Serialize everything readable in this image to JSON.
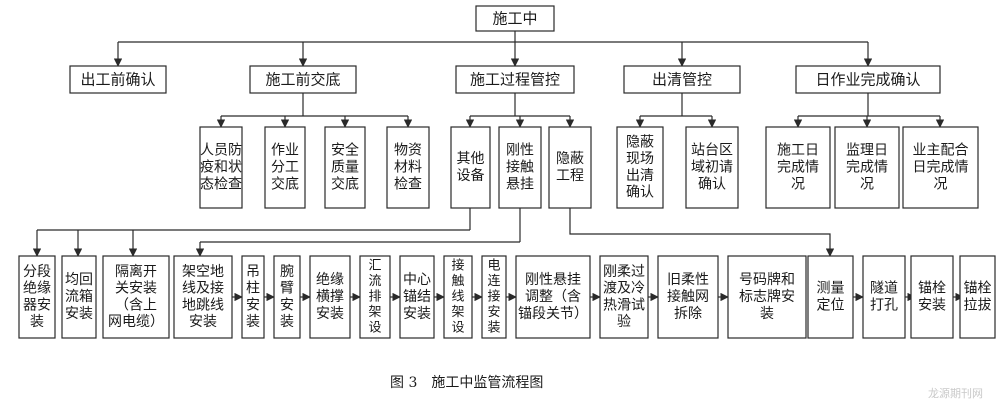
{
  "diagram": {
    "root": "施工中",
    "level1": [
      "出工前确认",
      "施工前交底",
      "施工过程管控",
      "出清管控",
      "日作业完成确认"
    ],
    "pre_briefing_items": [
      [
        "人员防",
        "疫和状",
        "态检查"
      ],
      [
        "作业",
        "分工",
        "交底"
      ],
      [
        "安全",
        "质量",
        "交底"
      ],
      [
        "物资",
        "材料",
        "检查"
      ]
    ],
    "process_groups": [
      [
        "其他",
        "设备"
      ],
      [
        "刚性",
        "接触",
        "悬挂"
      ],
      [
        "隐蔽",
        "工程"
      ]
    ],
    "clearance_items": [
      [
        "隐蔽",
        "现场",
        "出清",
        "确认"
      ],
      [
        "站台区",
        "域初请",
        "确认"
      ]
    ],
    "daily_items": [
      [
        "施工日",
        "完成情",
        "况"
      ],
      [
        "监理日",
        "完成情",
        "况"
      ],
      [
        "业主配合",
        "日完成情",
        "况"
      ]
    ],
    "bottom_items": [
      [
        "分段",
        "绝缘",
        "器安",
        "装"
      ],
      [
        "均回",
        "流箱",
        "安装"
      ],
      [
        "隔离开",
        "关安装",
        "（含上",
        "网电缆）"
      ],
      [
        "架空地",
        "线及接",
        "地跳线",
        "安装"
      ],
      [
        "吊",
        "柱",
        "安",
        "装"
      ],
      [
        "腕",
        "臂",
        "安",
        "装"
      ],
      [
        "绝缘",
        "横撑",
        "安装"
      ],
      [
        "汇",
        "流",
        "排",
        "架",
        "设"
      ],
      [
        "中心",
        "锚结",
        "安装"
      ],
      [
        "接",
        "触",
        "线",
        "架",
        "设"
      ],
      [
        "电",
        "连",
        "接",
        "安",
        "装"
      ],
      [
        "刚性悬挂",
        "调整（含",
        "锚段关节）"
      ],
      [
        "刚柔过",
        "渡及冷",
        "热滑试",
        "验"
      ],
      [
        "旧柔性",
        "接触网",
        "拆除"
      ],
      [
        "号码牌和",
        "标志牌安",
        "装"
      ],
      [
        "测量",
        "定位"
      ],
      [
        "隧道",
        "打孔"
      ],
      [
        "锚栓",
        "安装"
      ],
      [
        "锚栓",
        "拉拔"
      ]
    ]
  },
  "caption": "图 3　施工中监管流程图",
  "watermark": "龙源期刊网"
}
